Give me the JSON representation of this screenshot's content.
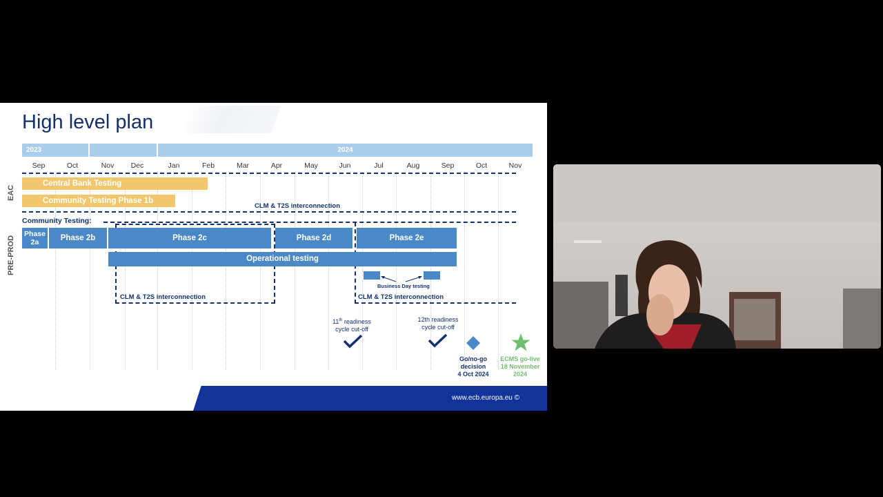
{
  "slide": {
    "title": "High level plan",
    "years": [
      "2023",
      "2024"
    ],
    "months": [
      "Sep",
      "Oct",
      "Nov",
      "Dec",
      "Jan",
      "Feb",
      "Mar",
      "Apr",
      "May",
      "Jun",
      "Jul",
      "Aug",
      "Sep",
      "Oct",
      "Nov"
    ],
    "side_labels": {
      "eac": "EAC",
      "pre_prod": "PRE-PROD"
    },
    "eac_bars": [
      {
        "label": "Central Bank Testing"
      },
      {
        "label": "Community  Testing Phase 1b"
      }
    ],
    "clm_top": "CLM & T2S interconnection",
    "community_testing": "Community Testing:",
    "phases": [
      "Phase 2a",
      "Phase 2b",
      "Phase 2c",
      "Phase 2d",
      "Phase 2e"
    ],
    "operational_testing": "Operational testing",
    "business_day_testing": "Business Day testing",
    "clm_box_left": "CLM & T2S interconnection",
    "clm_box_right": "CLM & T2S interconnection",
    "milestones": {
      "m11": "11th readiness cycle cut-off",
      "m11_line1": "11",
      "m11_sup": "th",
      "m11_line1b": " readiness",
      "m11_line2": "cycle cut-off",
      "m12_line1": "12th readiness",
      "m12_line2": "cycle cut-off",
      "gonogo_line1": "Go/no-go",
      "gonogo_line2": "decision",
      "gonogo_line3": "4 Oct 2024",
      "golive_line1": "ECMS go-live",
      "golive_line2": "18 November",
      "golive_line3": "2024"
    },
    "footer_url": "www.ecb.europa.eu ©"
  },
  "icons": [
    "checkmark-icon",
    "diamond-icon",
    "star-icon"
  ],
  "colors": {
    "navy": "#13306e",
    "blue_bar": "#4a88c8",
    "yellow_bar": "#f2c66c",
    "year_bar": "#a9cdea",
    "footer": "#12349a",
    "green_star": "#6fbf6f"
  }
}
